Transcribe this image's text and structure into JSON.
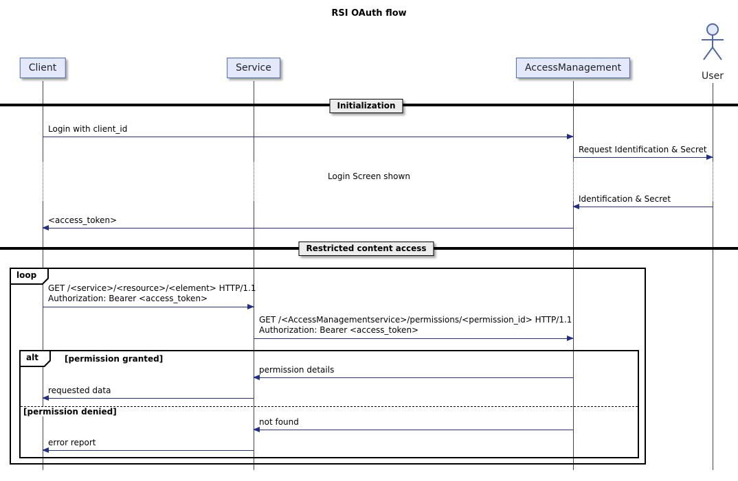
{
  "title": "RSI OAuth flow",
  "participants": {
    "client": "Client",
    "service": "Service",
    "access_management": "AccessManagement",
    "user": "User"
  },
  "dividers": {
    "initialization": "Initialization",
    "restricted_content": "Restricted content access"
  },
  "delay_note": "Login Screen shown",
  "frames": {
    "loop": {
      "keyword": "loop"
    },
    "alt": {
      "keyword": "alt",
      "granted_condition": "[permission granted]",
      "denied_condition": "[permission denied]"
    }
  },
  "messages": {
    "login": "Login with client_id",
    "request_identification": "Request Identification & Secret",
    "identification_secret": "Identification & Secret",
    "access_token": "<access_token>",
    "get_resource_line1": "GET /<service>/<resource>/<element> HTTP/1.1",
    "get_resource_line2": "Authorization: Bearer <access_token>",
    "get_permission_line1": "GET /<AccessManagementservice>/permissions/<permission_id> HTTP/1.1",
    "get_permission_line2": "Authorization: Bearer <access_token>",
    "permission_details": "permission details",
    "requested_data": "requested data",
    "not_found": "not found",
    "error_report": "error report"
  },
  "colors": {
    "participant_fill": "#E3E9FA",
    "participant_border": "#4A67B0",
    "arrow": "#1F2F8F",
    "lifeline": "#444444",
    "frame_border": "#000000"
  }
}
